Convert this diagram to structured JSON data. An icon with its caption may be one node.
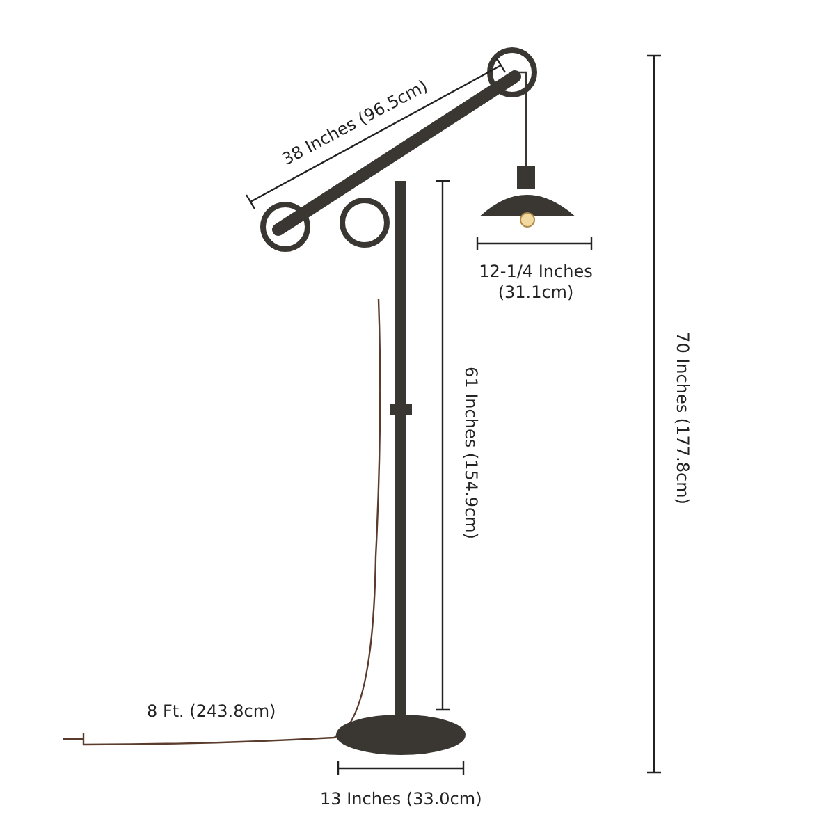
{
  "diagram": {
    "labels": [
      "38 Inches (96.5cm)",
      "12-1/4 Inches (31.1cm)",
      "61 Inches (154.9cm)",
      "70 Inches (177.8cm)",
      "8 Ft. (243.8cm)",
      "13 Inches (33.0cm)"
    ]
  }
}
